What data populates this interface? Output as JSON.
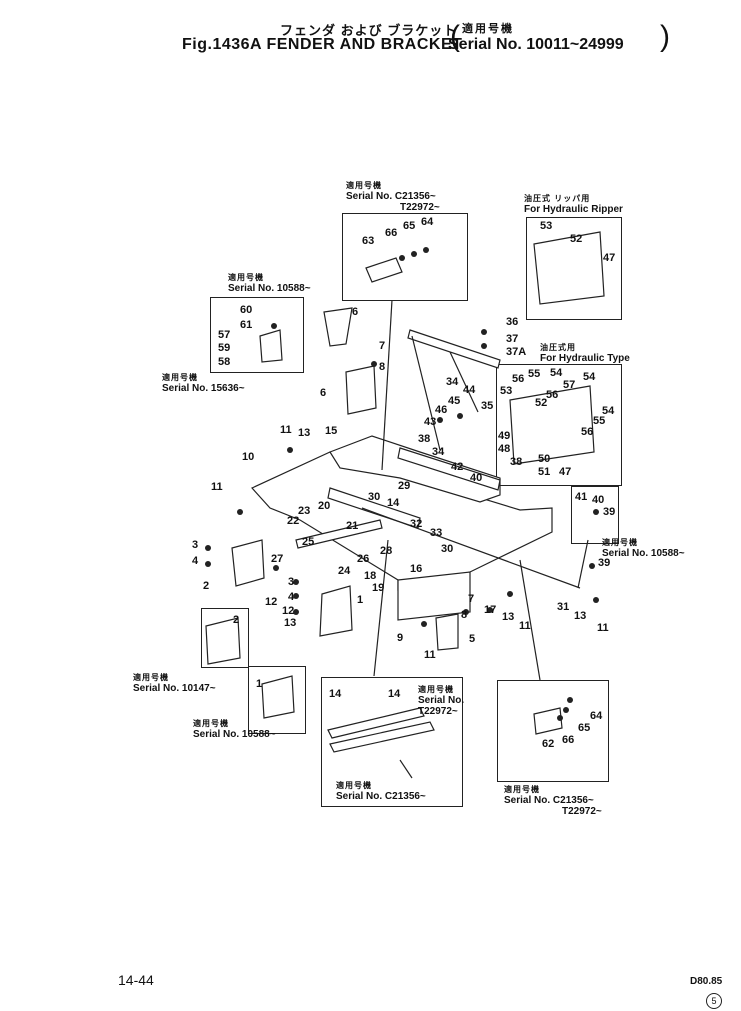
{
  "header": {
    "title_jp": "フェンダ および ブラケット",
    "title_en": "Fig.1436A FENDER AND BRACKET",
    "applicability_jp": "適用号機",
    "serial_range": "Serial No. 10011~24999"
  },
  "notes": [
    {
      "jp": "適用号機",
      "lines": [
        "Serial No. C21356~",
        "T22972~"
      ]
    },
    {
      "jp": "油圧式 リッパ用",
      "lines": [
        "For Hydraulic Ripper"
      ]
    },
    {
      "jp": "適用号機",
      "lines": [
        "Serial No. 10588~"
      ]
    },
    {
      "jp": "適用号機",
      "lines": [
        "Serial No. 15636~"
      ]
    },
    {
      "jp": "油圧式用",
      "lines": [
        "For Hydraulic Type"
      ]
    },
    {
      "jp": "適用号機",
      "lines": [
        "Serial No. 10588~"
      ]
    },
    {
      "jp": "適用号機",
      "lines": [
        "Serial No. 10147~"
      ]
    },
    {
      "jp": "適用号機",
      "lines": [
        "Serial No.",
        "T22972~"
      ]
    },
    {
      "jp": "適用号機",
      "lines": [
        "Serial No. 10588~"
      ]
    },
    {
      "jp": "適用号機",
      "lines": [
        "Serial No. C21356~"
      ]
    },
    {
      "jp": "適用号機",
      "lines": [
        "Serial No. C21356~",
        "T22972~"
      ]
    }
  ],
  "part_numbers": [
    "64",
    "65",
    "66",
    "63",
    "53",
    "52",
    "47",
    "60",
    "61",
    "57",
    "59",
    "58",
    "6",
    "7",
    "8",
    "6",
    "36",
    "37",
    "37A",
    "34",
    "35",
    "44",
    "45",
    "46",
    "43",
    "38",
    "56",
    "55",
    "54",
    "53",
    "57",
    "56",
    "52",
    "54",
    "55",
    "56",
    "54",
    "49",
    "48",
    "50",
    "51",
    "47",
    "11",
    "13",
    "15",
    "10",
    "11",
    "34",
    "42",
    "40",
    "38",
    "29",
    "30",
    "14",
    "23",
    "22",
    "20",
    "21",
    "25",
    "26",
    "24",
    "28",
    "18",
    "19",
    "32",
    "33",
    "30",
    "16",
    "41",
    "40",
    "39",
    "39",
    "3",
    "4",
    "2",
    "27",
    "12",
    "3",
    "4",
    "12",
    "13",
    "1",
    "7",
    "17",
    "13",
    "11",
    "31",
    "13",
    "11",
    "9",
    "11",
    "5",
    "8",
    "2",
    "1",
    "14",
    "14",
    "64",
    "65",
    "66",
    "62"
  ],
  "footer": {
    "page": "14-44",
    "model": "D80.85",
    "sheet": "5"
  }
}
